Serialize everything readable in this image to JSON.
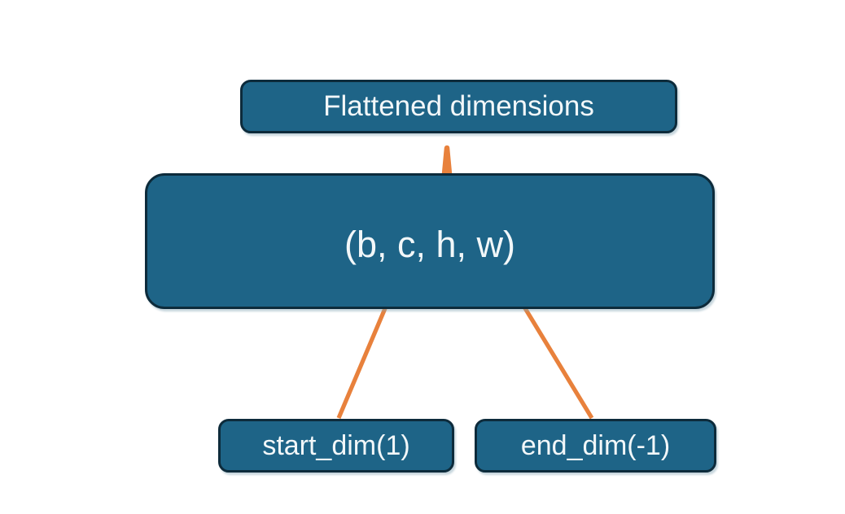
{
  "colors": {
    "node-fill": "#1e6487",
    "node-border": "#0d2b3b",
    "accent-orange": "#e8813c",
    "node-text": "#f2f7f9",
    "page-bg": "#ffffff"
  },
  "diagram": {
    "nodes": {
      "flattened": {
        "label": "Flattened dimensions"
      },
      "shape": {
        "label": "(b, c, h, w)"
      },
      "start_dim": {
        "label": "start_dim(1)"
      },
      "end_dim": {
        "label": "end_dim(-1)"
      }
    },
    "connectors": {
      "brace": "flatten-range-brace",
      "start_arrow": "start-dim-arrow",
      "end_arrow": "end-dim-arrow"
    }
  }
}
